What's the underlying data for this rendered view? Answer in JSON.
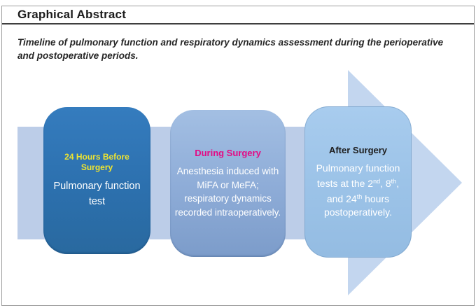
{
  "header": {
    "title": "Graphical Abstract",
    "caption_line1": "Timeline of pulmonary function and respiratory dynamics assessment during the perioperative",
    "caption_line2": "and postoperative periods."
  },
  "arrow": {
    "band_color": "#bccde8",
    "head_color": "#c3d6ef"
  },
  "stages": {
    "before": {
      "title_line1": "24 Hours Before",
      "title_line2": "Surgery",
      "title_color": "#efe42f",
      "card_color": "#2c70ae",
      "body_line1": "Pulmonary function",
      "body_line2": "test"
    },
    "during": {
      "title": "During Surgery",
      "title_color": "#e30b84",
      "card_color": "#8fadd8",
      "body_line1": "Anesthesia induced with",
      "body_line2": "MiFA or MeFA;",
      "body_line3": "respiratory dynamics",
      "body_line4": "recorded intraoperatively."
    },
    "after": {
      "title": "After Surgery",
      "title_color": "#1e1e1e",
      "card_color": "#9cc3e8",
      "body_line1": "Pulmonary function",
      "body_line2": {
        "t1": "tests at the 2",
        "sup1": "nd",
        "t2": ", 8",
        "sup2": "th",
        "t3": ","
      },
      "body_line3": {
        "t1": "and 24",
        "sup1": "th",
        "t2": " hours"
      },
      "body_line4": "postoperatively."
    }
  }
}
